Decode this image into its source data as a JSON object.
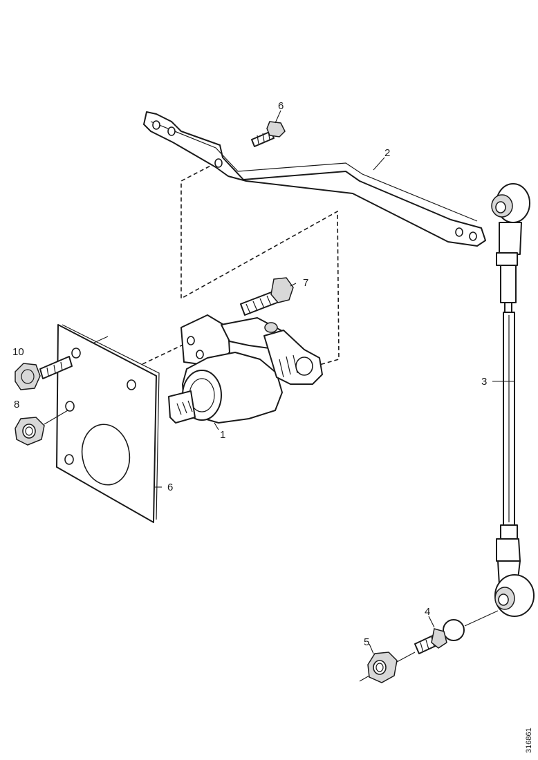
{
  "callouts": {
    "c1": "1",
    "c2": "2",
    "c3": "3",
    "c4": "4",
    "c5": "5",
    "c6_sensor_plate": "6",
    "c6_bolt": "6",
    "c7": "7",
    "c8": "8",
    "c10": "10"
  },
  "reference_code": "316861"
}
